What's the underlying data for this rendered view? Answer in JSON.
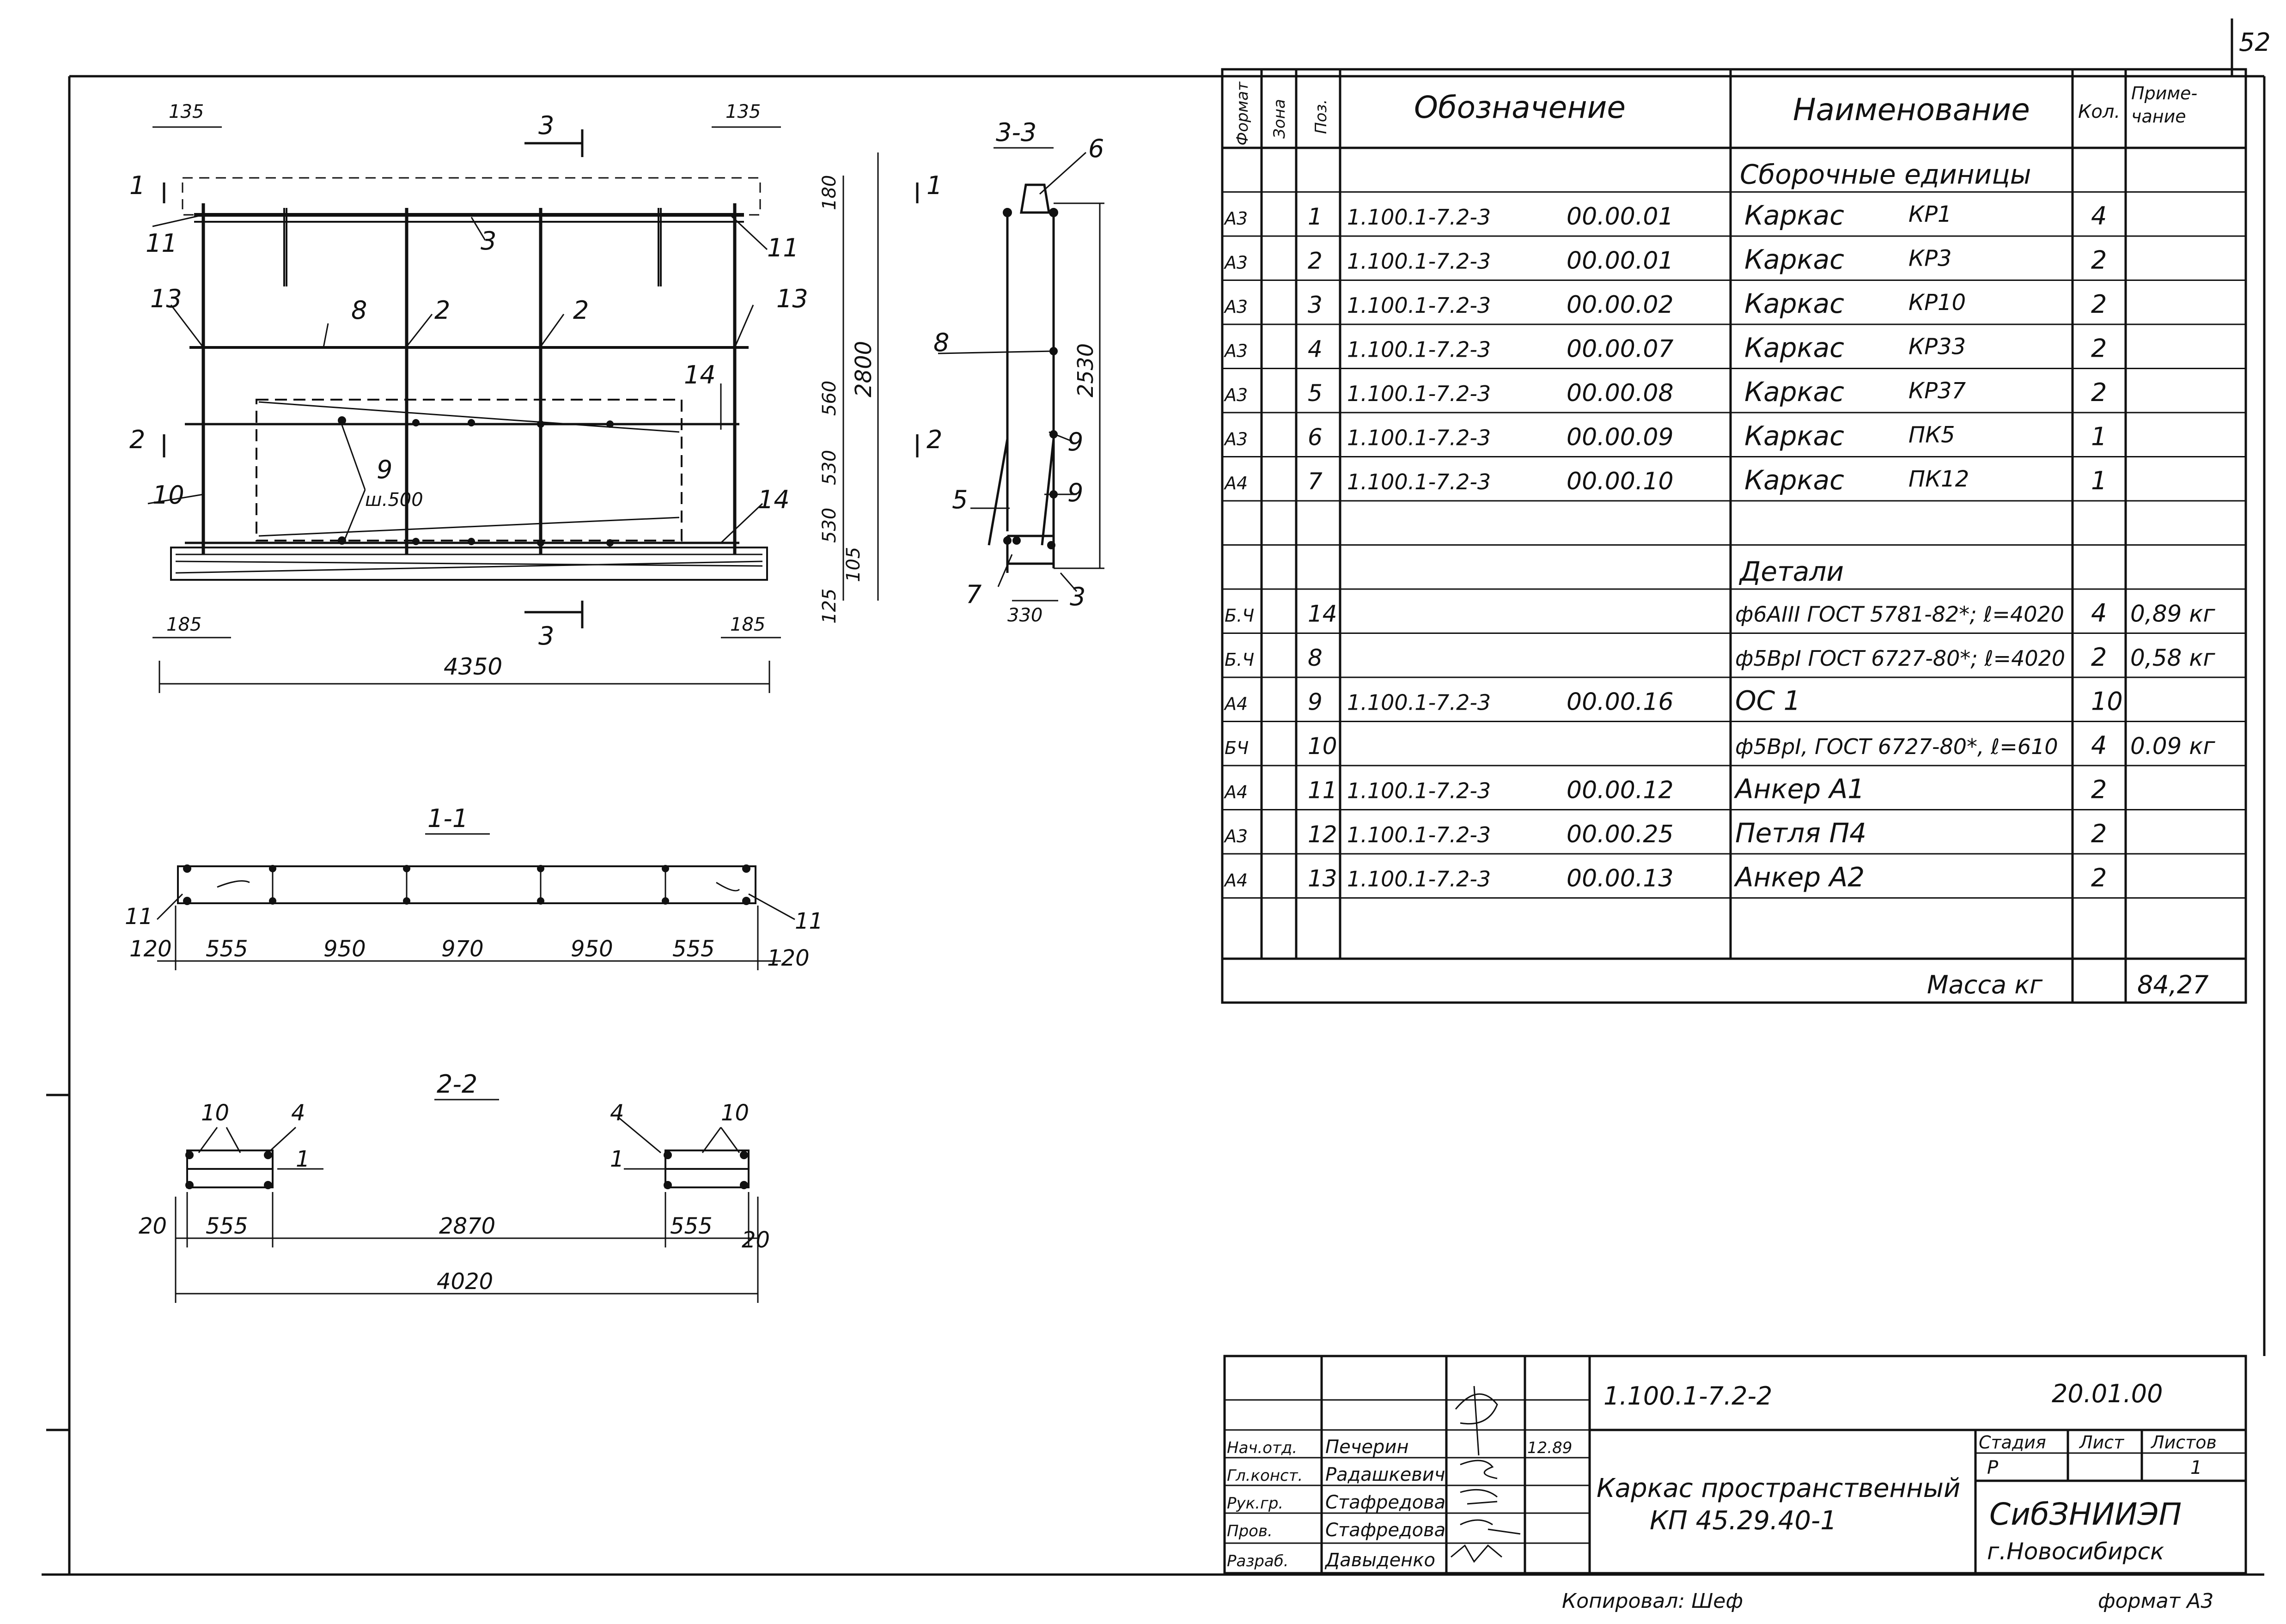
{
  "sheet": {
    "number": "52",
    "format_note": "формат А3",
    "copied_by": "Копировал: Шеф"
  },
  "drawing": {
    "plan": {
      "section_marks": [
        "1",
        "1",
        "2",
        "2",
        "3",
        "3"
      ],
      "dims_top": [
        "135",
        "135"
      ],
      "dims_bottom": [
        "185",
        "185"
      ],
      "overall": "4350",
      "dims_right": [
        "180",
        "560",
        "530",
        "530",
        "105",
        "125"
      ],
      "height_total": "2800",
      "pos_labels": [
        "11",
        "11",
        "3",
        "13",
        "13",
        "8",
        "2",
        "2",
        "14",
        "14",
        "9",
        "10"
      ],
      "pitch_note": "ш.500"
    },
    "section_3_3": {
      "title": "3-3",
      "height": "2530",
      "width": "330",
      "pos_labels": [
        "6",
        "8",
        "9",
        "5",
        "9",
        "7",
        "3"
      ]
    },
    "section_1_1": {
      "title": "1-1",
      "dims": [
        "120",
        "555",
        "950",
        "970",
        "950",
        "555",
        "120"
      ],
      "pos_labels": [
        "11",
        "11"
      ]
    },
    "section_2_2": {
      "title": "2-2",
      "dims": [
        "20",
        "555",
        "2870",
        "555",
        "20"
      ],
      "overall": "4020",
      "pos_labels": [
        "10",
        "4",
        "1",
        "4",
        "10",
        "1"
      ]
    }
  },
  "spec": {
    "headers": {
      "format": "Формат",
      "zone": "Зона",
      "pos": "Поз.",
      "designation": "Обозначение",
      "name": "Наименование",
      "qty": "Кол.",
      "note": "Приме-\nчание"
    },
    "section_assemblies": "Сборочные единицы",
    "assemblies": [
      {
        "format": "А3",
        "pos": "1",
        "des1": "1.100.1-7.2-3",
        "des2": "00.00.01",
        "name": "Каркас",
        "mark": "КР1",
        "qty": "4",
        "note": ""
      },
      {
        "format": "А3",
        "pos": "2",
        "des1": "1.100.1-7.2-3",
        "des2": "00.00.01",
        "name": "Каркас",
        "mark": "КР3",
        "qty": "2",
        "note": ""
      },
      {
        "format": "А3",
        "pos": "3",
        "des1": "1.100.1-7.2-3",
        "des2": "00.00.02",
        "name": "Каркас",
        "mark": "КР10",
        "qty": "2",
        "note": ""
      },
      {
        "format": "А3",
        "pos": "4",
        "des1": "1.100.1-7.2-3",
        "des2": "00.00.07",
        "name": "Каркас",
        "mark": "КР33",
        "qty": "2",
        "note": ""
      },
      {
        "format": "А3",
        "pos": "5",
        "des1": "1.100.1-7.2-3",
        "des2": "00.00.08",
        "name": "Каркас",
        "mark": "КР37",
        "qty": "2",
        "note": ""
      },
      {
        "format": "А3",
        "pos": "6",
        "des1": "1.100.1-7.2-3",
        "des2": "00.00.09",
        "name": "Каркас",
        "mark": "ПК5",
        "qty": "1",
        "note": ""
      },
      {
        "format": "А4",
        "pos": "7",
        "des1": "1.100.1-7.2-3",
        "des2": "00.00.10",
        "name": "Каркас",
        "mark": "ПК12",
        "qty": "1",
        "note": ""
      }
    ],
    "section_details": "Детали",
    "details": [
      {
        "format": "Б.Ч",
        "pos": "14",
        "des1": "",
        "des2": "",
        "name": "ф6АIII ГОСТ 5781-82*; ℓ=4020",
        "qty": "4",
        "note": "0,89 кг"
      },
      {
        "format": "Б.Ч",
        "pos": "8",
        "des1": "",
        "des2": "",
        "name": "ф5ВрI ГОСТ 6727-80*; ℓ=4020",
        "qty": "2",
        "note": "0,58 кг"
      },
      {
        "format": "А4",
        "pos": "9",
        "des1": "1.100.1-7.2-3",
        "des2": "00.00.16",
        "name": "ОС 1",
        "qty": "10",
        "note": ""
      },
      {
        "format": "БЧ",
        "pos": "10",
        "des1": "",
        "des2": "",
        "name": "ф5ВрI, ГОСТ 6727-80*, ℓ=610",
        "qty": "4",
        "note": "0.09 кг"
      },
      {
        "format": "А4",
        "pos": "11",
        "des1": "1.100.1-7.2-3",
        "des2": "00.00.12",
        "name": "Анкер А1",
        "qty": "2",
        "note": ""
      },
      {
        "format": "А3",
        "pos": "12",
        "des1": "1.100.1-7.2-3",
        "des2": "00.00.25",
        "name": "Петля П4",
        "qty": "2",
        "note": ""
      },
      {
        "format": "А4",
        "pos": "13",
        "des1": "1.100.1-7.2-3",
        "des2": "00.00.13",
        "name": "Анкер А2",
        "qty": "2",
        "note": ""
      }
    ],
    "mass_label": "Масса кг",
    "mass_value": "84,27"
  },
  "title_block": {
    "doc_code": "1.100.1-7.2-2",
    "date": "20.01.00",
    "roles": [
      "Нач.отд.",
      "Гл.конст.",
      "Рук.гр.",
      "Пров.",
      "Разраб."
    ],
    "names": [
      "Печерин",
      "Радашкевич",
      "Стафредова",
      "Стафредова",
      "Давыденко"
    ],
    "sign_date": "12.89",
    "product_line1": "Каркас пространственный",
    "product_line2": "КП 45.29.40-1",
    "stage_label": "Стадия",
    "sheet_label": "Лист",
    "sheets_label": "Листов",
    "stage": "Р",
    "sheets": "1",
    "org": "СибЗНИИЭП",
    "city": "г.Новосибирск"
  }
}
